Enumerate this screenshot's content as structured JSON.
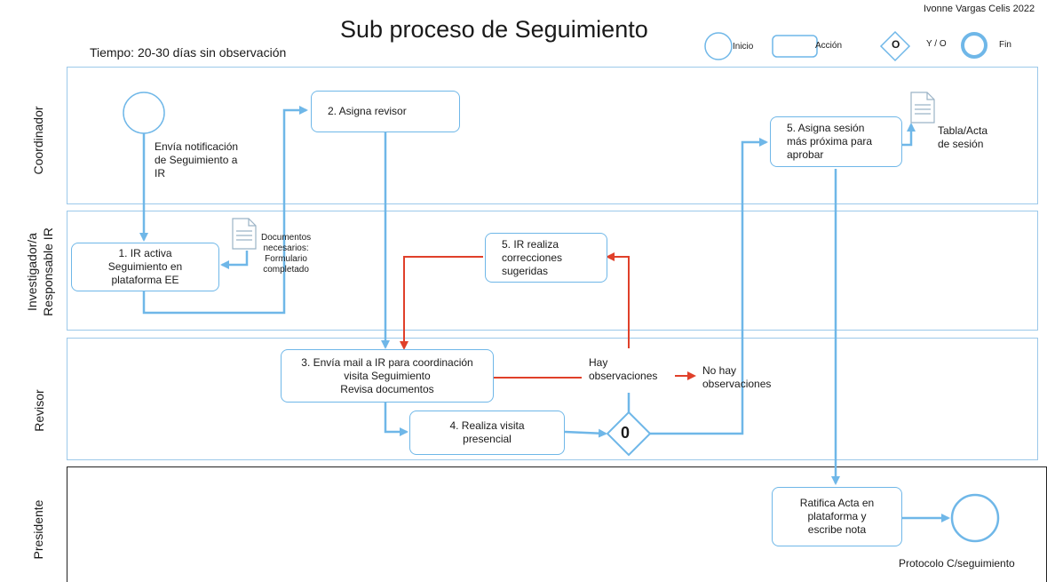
{
  "title": "Sub proceso de Seguimiento",
  "author": "Ivonne Vargas Celis 2022",
  "time_label": "Tiempo: 20-30 días sin observación",
  "legend": {
    "start": "Inicio",
    "action": "Acción",
    "gateway_symbol": "O",
    "gateway": "Y / O",
    "end": "Fin"
  },
  "lanes": {
    "coordinador": "Coordinador",
    "investigador_line1": "Investigador/a",
    "investigador_line2": "Responsable IR",
    "revisor": "Revisor",
    "presidente": "Presidente"
  },
  "nodes": {
    "start_note": "Envía notificación\nde Seguimiento a\nIR",
    "step1": "1.   IR activa\nSeguimiento en\nplataforma EE",
    "docs_note": "Documentos\nnecesarios:\nFormulario\ncompletado",
    "step2": "2. Asigna revisor",
    "step3": "3. Envía mail a IR para coordinación\nvisita Seguimiento\nRevisa documentos",
    "step4": "4. Realiza visita\npresencial",
    "step5_ir": "5. IR realiza\ncorrecciones\nsugeridas",
    "gateway_value": "0",
    "hay_obs": "Hay\nobservaciones",
    "no_hay_obs": "No hay\nobservaciones",
    "step5_coord": "5. Asigna sesión\nmás próxima para\naprobar",
    "tabla_acta": "Tabla/Acta\nde sesión",
    "ratifica": "Ratifica Acta en\nplataforma y\nescribe nota",
    "end_label": "Protocolo C/seguimiento"
  },
  "colors": {
    "flow": "#6fb7e8",
    "correction_flow": "#e0402a",
    "lane_border": "#9cc9ea",
    "presidente_border": "#222222"
  },
  "icons": [
    "document-icon",
    "document-icon"
  ]
}
